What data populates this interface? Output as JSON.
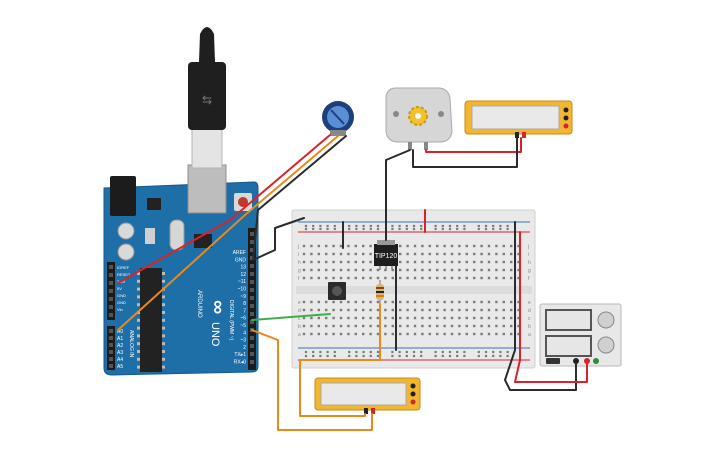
{
  "arduino": {
    "logo": "UNO",
    "brand": "ARDUINO",
    "digital_header": "DIGITAL (PWM ~)",
    "analog_header": "ANALOG IN",
    "pin_labels_top": [
      "AREF",
      "GND",
      "13",
      "12",
      "~11",
      "~10",
      "~9",
      "8"
    ],
    "pin_labels_bottom": [
      "7",
      "~6",
      "~5",
      "4",
      "~3",
      "2",
      "TX▸1",
      "RX◂0"
    ],
    "power_labels": [
      "IOREF",
      "RESET",
      "3.3V",
      "5V",
      "GND",
      "GND",
      "Vin"
    ],
    "analog_labels": [
      "A0",
      "A1",
      "A2",
      "A3",
      "A4",
      "A5"
    ]
  },
  "transistor": {
    "label": "TIP120"
  },
  "breadboard": {
    "row_letters_top": [
      "j",
      "i",
      "h",
      "g",
      "f"
    ],
    "row_letters_bottom": [
      "e",
      "d",
      "c",
      "b",
      "a"
    ],
    "columns": 30
  },
  "components": {
    "usb_cable": "usb-cable",
    "potentiometer": "potentiometer",
    "dc_motor": "dc-motor",
    "pushbutton": "pushbutton",
    "resistor": "resistor",
    "multimeter_top": "multimeter",
    "multimeter_bottom": "multimeter",
    "power_supply": "power-supply"
  },
  "wire_colors": {
    "red": "#d9232a",
    "black": "#2b2b2b",
    "orange": "#e8891c",
    "green": "#3fae49"
  }
}
